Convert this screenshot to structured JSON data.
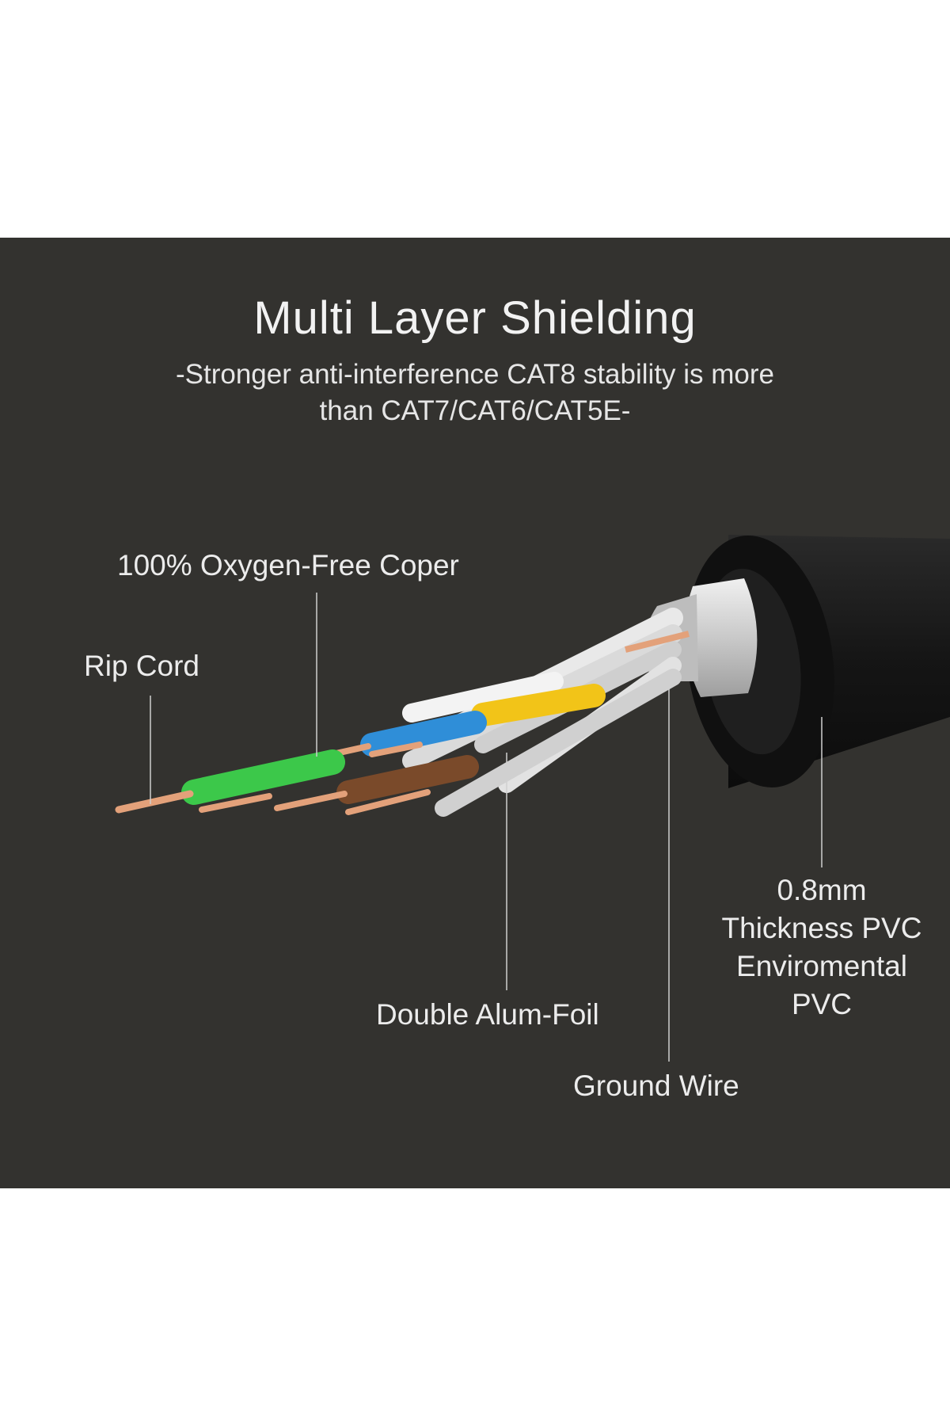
{
  "title": "Multi Layer Shielding",
  "subtitle": "-Stronger anti-interference CAT8 stability is more than CAT7/CAT6/CAT5E-",
  "labels": {
    "copper": "100% Oxygen-Free Coper",
    "rip_cord": "Rip Cord",
    "foil": "Double Alum-Foil",
    "ground": "Ground Wire",
    "pvc": "0.8mm\nThickness PVC\nEnviromental\nPVC"
  },
  "colors": {
    "background": "#33322f",
    "text": "#ececec",
    "jacket": "#1a1a1a",
    "wire_green": "#3cc84a",
    "wire_blue": "#2f8ed8",
    "wire_yellow": "#f2c418",
    "wire_brown": "#7a4a2a",
    "copper": "#e3a17a",
    "foil": "#d4d4d4"
  }
}
